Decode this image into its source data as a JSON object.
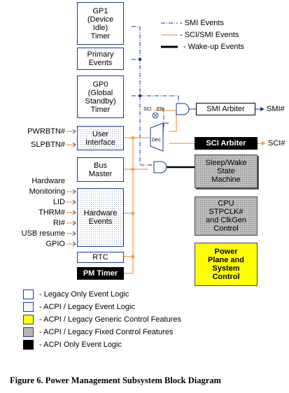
{
  "legend_top": {
    "smi": "- SMI Events",
    "scismi": "- SCI/SMI Events",
    "wake": "- Wake-up Events"
  },
  "blocks": {
    "gp1": "GP1\n(Device\nIdle)\nTimer",
    "primary": "Primary\nEvents",
    "gp0": "GP0\n(Global\nStandby)\nTimer",
    "user_interface": "User\nInterface",
    "bus_master": "Bus\nMaster",
    "hardware_events": "Hardware\nEvents",
    "rtc": "RTC",
    "pm_timer": "PM Timer",
    "smi_arbiter": "SMI Arbiter",
    "sci_arbiter": "SCI Arbiter",
    "sleep_wake": "Sleep/Wake\nState\nMachine",
    "cpu_stpclk": "CPU\nSTPCLK#\nand ClkGen\nControl",
    "power_plane": "Power\nPlane and\nSystem\nControl"
  },
  "inputs": {
    "pwrbtn": "PWRBTN#",
    "slpbtn": "SLPBTN#",
    "hw_monitoring_1": "Hardware",
    "hw_monitoring_2": "Monitoring",
    "lid": "LID",
    "thrm": "THRM#",
    "ri": "RI#",
    "usb_resume": "USB resume",
    "gpio": "GPIO"
  },
  "outputs": {
    "smi": "SMI#",
    "sci": "SCI#"
  },
  "small_labels": {
    "sci": "SCI",
    "en": "EN",
    "dec": "Dec"
  },
  "legend_bottom": {
    "legacy_only": "- Legacy Only  Event Logic",
    "acpi_legacy_event": "- ACPI / Legacy Event Logic",
    "acpi_legacy_generic": "- ACPI / Legacy Generic Control Features",
    "acpi_legacy_fixed": "- ACPI / Legacy Fixed Control Features",
    "acpi_only": "- ACPI Only Event Logic"
  },
  "caption": "Figure 6.  Power Management Subsystem Block Diagram",
  "colors": {
    "smi_line": "#1b3a8c",
    "sci_line": "#f0a050",
    "wake_line": "#000000",
    "yellow": "#ffff00",
    "black": "#000000"
  }
}
